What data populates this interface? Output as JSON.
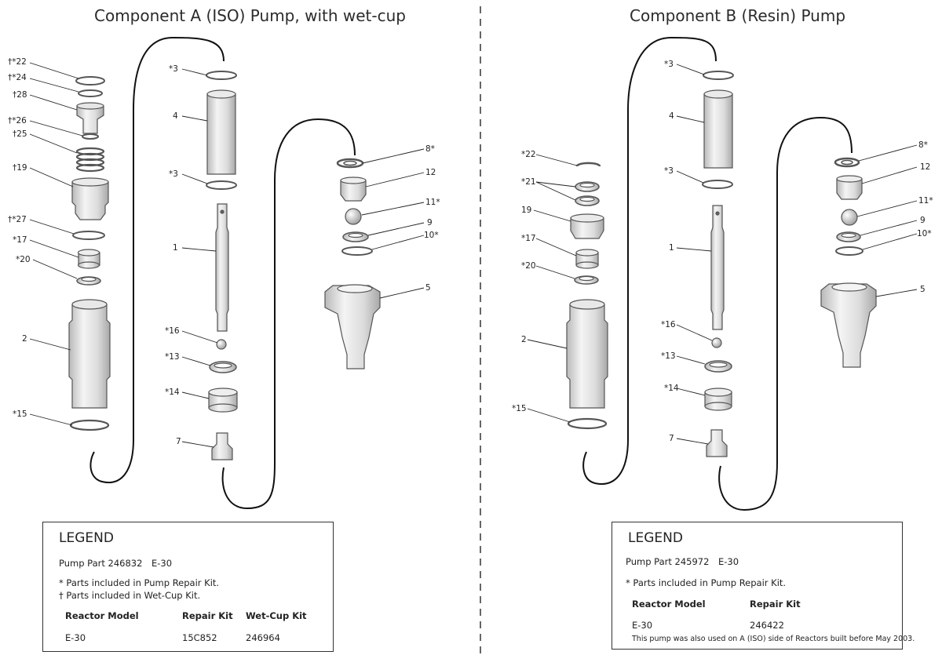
{
  "titles": {
    "component_a": "Component A (ISO) Pump, with wet-cup",
    "component_b": "Component B (Resin) Pump"
  },
  "callouts_a": [
    "†*22",
    "†*24",
    "†28",
    "†*26",
    "†25",
    "†19",
    "†*27",
    "*17",
    "*20",
    "2",
    "*15",
    "*3",
    "4",
    "*3",
    "1",
    "*16",
    "*13",
    "*14",
    "7",
    "8*",
    "12",
    "11*",
    "9",
    "10*",
    "5"
  ],
  "callouts_b": [
    "*3",
    "4",
    "*3",
    "*22",
    "*21",
    "19",
    "*17",
    "*20",
    "2",
    "*15",
    "1",
    "*16",
    "*13",
    "*14",
    "7",
    "8*",
    "12",
    "11*",
    "9",
    "10*",
    "5"
  ],
  "legend_a": {
    "title": "LEGEND",
    "pump_part": "Pump Part 246832",
    "pump_model": "E-30",
    "note1": "* Parts included in Pump Repair Kit.",
    "note2": "† Parts included in Wet-Cup Kit.",
    "headers": [
      "Reactor Model",
      "Repair Kit",
      "Wet-Cup Kit"
    ],
    "row": [
      "E-30",
      "15C852",
      "246964"
    ]
  },
  "legend_b": {
    "title": "LEGEND",
    "pump_part": "Pump Part 245972",
    "pump_model": "E-30",
    "note1": "* Parts included in Pump Repair Kit.",
    "headers": [
      "Reactor Model",
      "Repair Kit"
    ],
    "row": [
      "E-30",
      "246422"
    ],
    "footnote": "This pump was also used on A (ISO) side of Reactors built before May 2003."
  }
}
